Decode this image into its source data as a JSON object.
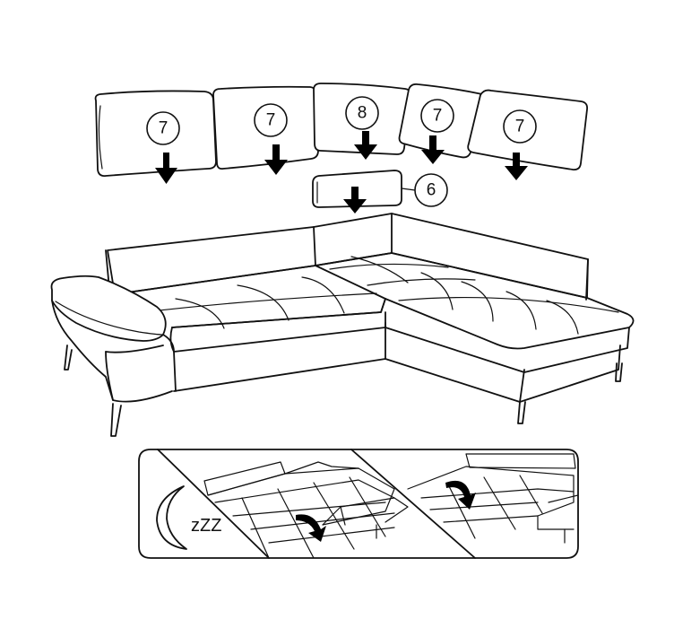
{
  "diagram": {
    "cushion_labels": [
      "7",
      "7",
      "8",
      "7",
      "7"
    ],
    "headrest_label": "6",
    "sleep_label": "zZZ",
    "colors": {
      "line": "#111111",
      "arrow": "#000000",
      "background": "#ffffff"
    },
    "icons": [
      "down-arrow-icon",
      "moon-icon",
      "curved-arrow-icon"
    ]
  }
}
